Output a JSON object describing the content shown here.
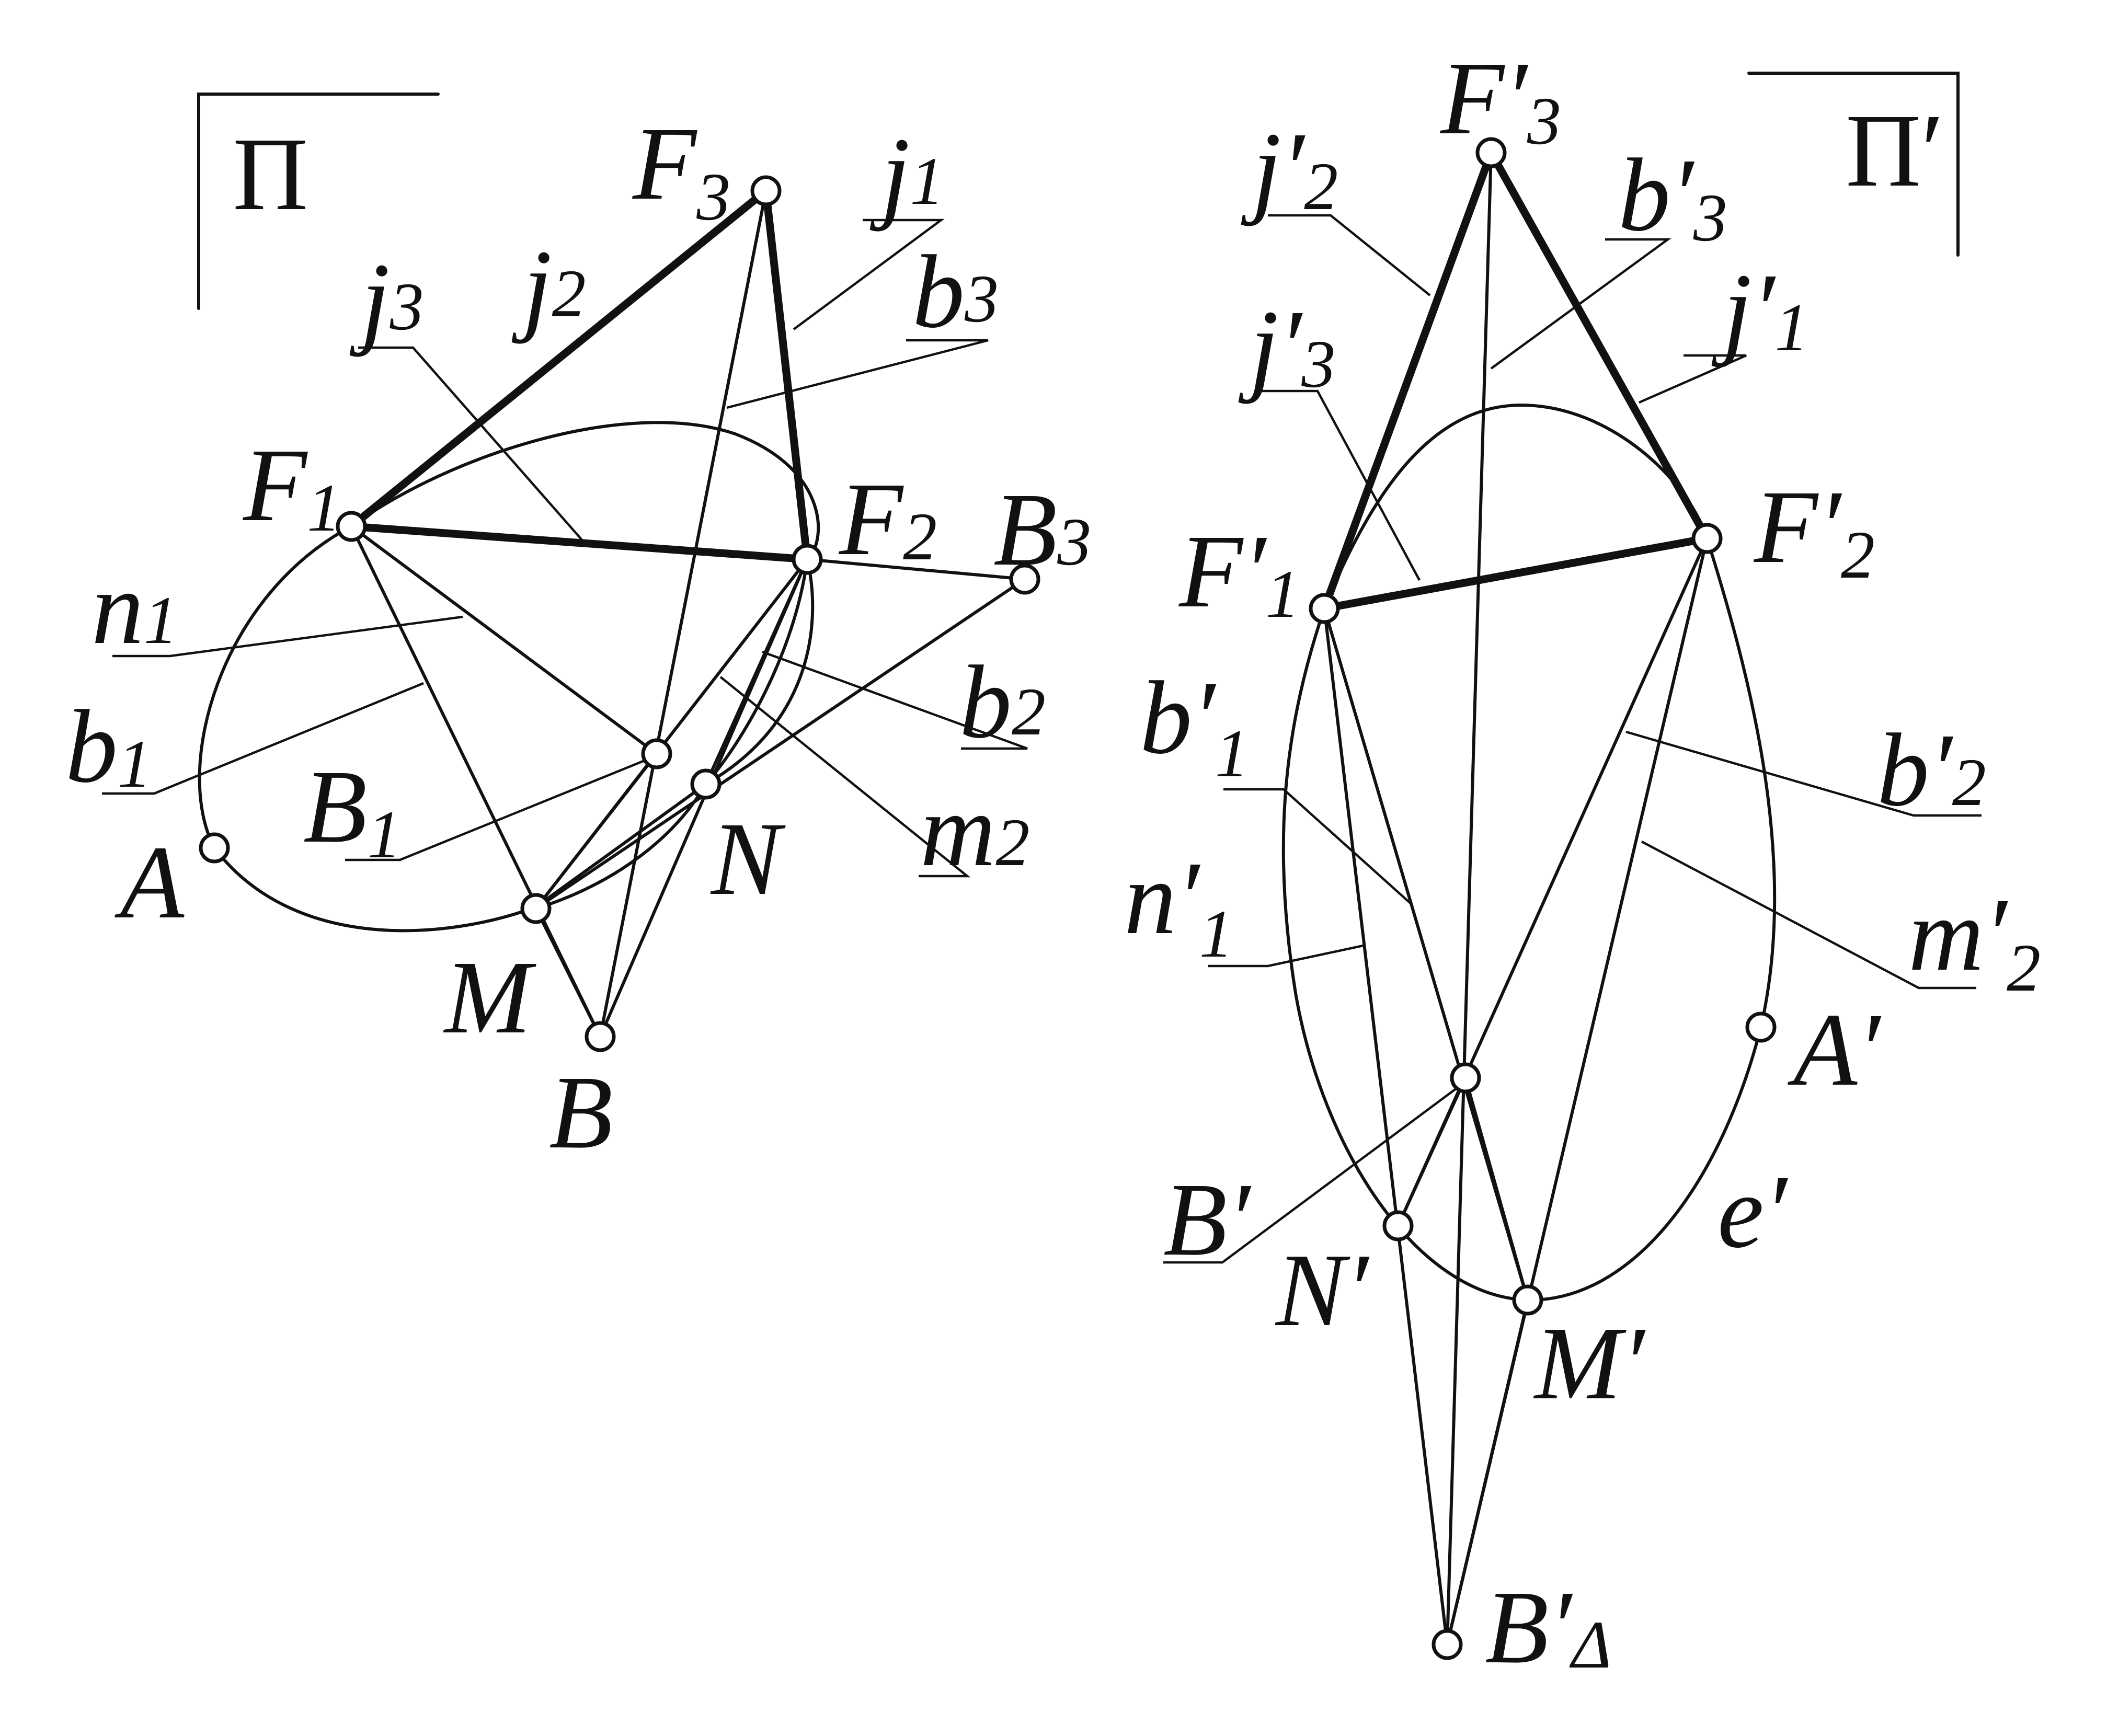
{
  "left_panel": {
    "plane": "Π",
    "points": {
      "F1": "F",
      "F2": "F",
      "F3": "F",
      "A": "A",
      "B": "B",
      "B1": "B",
      "B3": "B",
      "M": "M",
      "N": "N"
    },
    "labels": {
      "F1": {
        "main": "F",
        "sub": "1"
      },
      "F2": {
        "main": "F",
        "sub": "2"
      },
      "F3": {
        "main": "F",
        "sub": "3"
      },
      "A": {
        "main": "A",
        "sub": ""
      },
      "B": {
        "main": "B",
        "sub": ""
      },
      "B1": {
        "main": "B",
        "sub": "1"
      },
      "B3": {
        "main": "B",
        "sub": "3"
      },
      "M": {
        "main": "M",
        "sub": ""
      },
      "N": {
        "main": "N",
        "sub": ""
      },
      "j1": {
        "main": "j",
        "sub": "1"
      },
      "j2": {
        "main": "j",
        "sub": "2"
      },
      "j3": {
        "main": "j",
        "sub": "3"
      },
      "b1": {
        "main": "b",
        "sub": "1"
      },
      "b2": {
        "main": "b",
        "sub": "2"
      },
      "b3": {
        "main": "b",
        "sub": "3"
      },
      "n1": {
        "main": "n",
        "sub": "1"
      },
      "m2": {
        "main": "m",
        "sub": "2"
      }
    }
  },
  "right_panel": {
    "plane": "Π′",
    "labels": {
      "F1": {
        "main": "F′",
        "sub": "1"
      },
      "F2": {
        "main": "F′",
        "sub": "2"
      },
      "F3": {
        "main": "F′",
        "sub": "3"
      },
      "A": {
        "main": "A′",
        "sub": ""
      },
      "B": {
        "main": "B′",
        "sub": ""
      },
      "BD": {
        "main": "B′",
        "sub": "Δ"
      },
      "M": {
        "main": "M′",
        "sub": ""
      },
      "N": {
        "main": "N′",
        "sub": ""
      },
      "e": {
        "main": "e′",
        "sub": ""
      },
      "j1": {
        "main": "j′",
        "sub": "1"
      },
      "j2": {
        "main": "j′",
        "sub": "2"
      },
      "j3": {
        "main": "j′",
        "sub": "3"
      },
      "b1": {
        "main": "b′",
        "sub": "1"
      },
      "b2": {
        "main": "b′",
        "sub": "2"
      },
      "b3": {
        "main": "b′",
        "sub": "3"
      },
      "n1": {
        "main": "n′",
        "sub": "1"
      },
      "m2": {
        "main": "m′",
        "sub": "2"
      }
    }
  },
  "colors": {
    "ink": "#111111",
    "background": "#ffffff"
  }
}
